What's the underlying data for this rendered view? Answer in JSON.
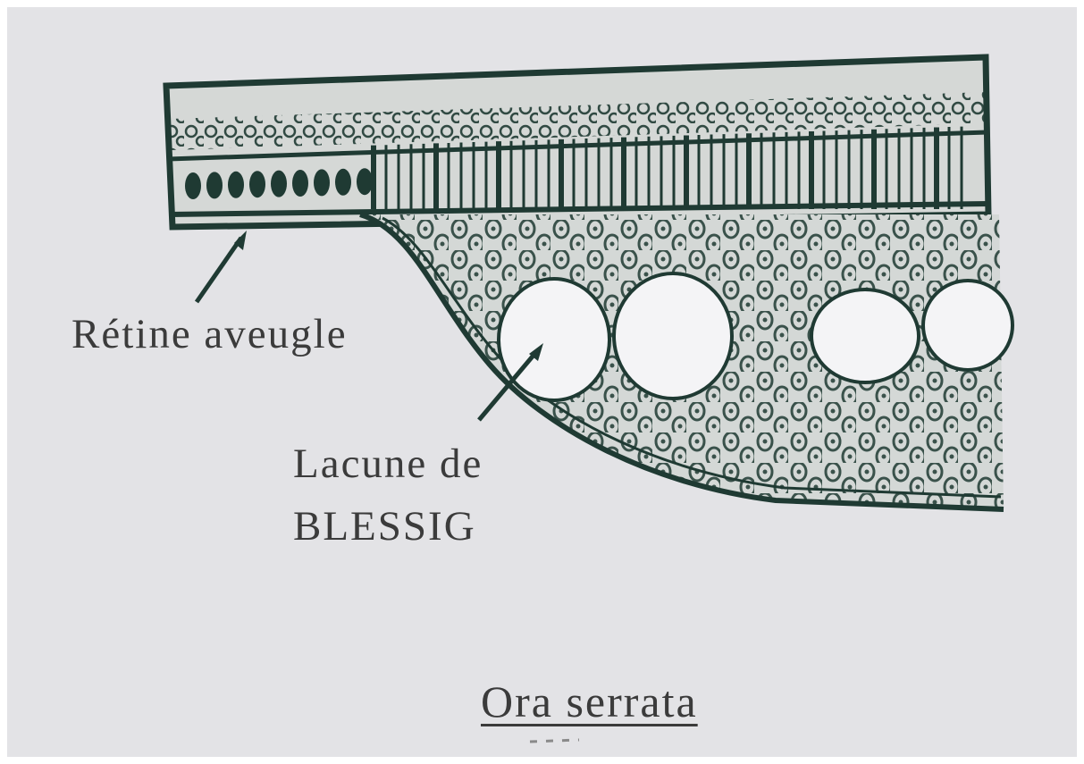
{
  "labels": {
    "retine_aveugle": "Rétine aveugle",
    "lacune_line1": "Lacune de",
    "lacune_line2": "BLESSIG"
  },
  "caption": "Ora serrata",
  "colors": {
    "paper": "#e3e3e6",
    "ink": "#1f3a33",
    "text": "#3b3b3b",
    "cavity": "#f4f4f6"
  }
}
